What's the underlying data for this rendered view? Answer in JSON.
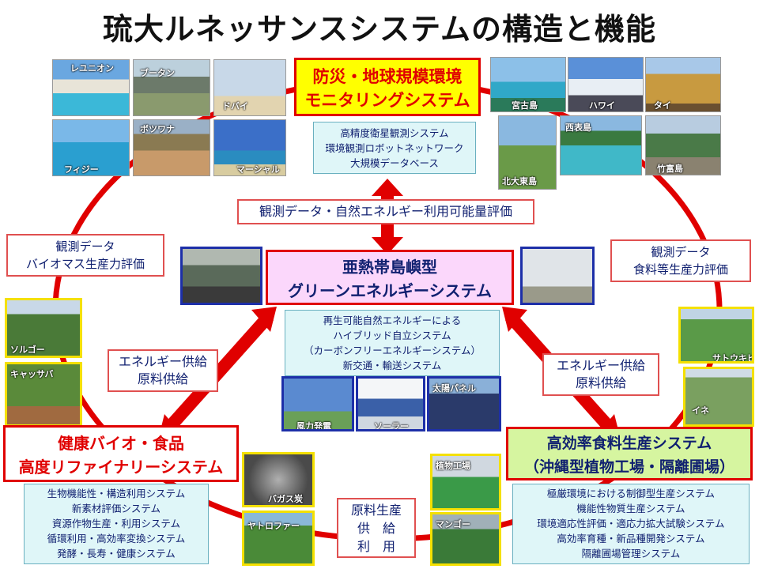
{
  "title": "琉大ルネッサンスシステムの構造と機能",
  "top_system": {
    "line1": "防災・地球規模環境",
    "line2": "モニタリングシステム",
    "details": [
      "高精度衛星観測システム",
      "環境観測ロボットネットワーク",
      "大規模データベース"
    ]
  },
  "center_system": {
    "line1": "亜熱帯島嶼型",
    "line2": "グリーンエネルギーシステム",
    "details": [
      "再生可能自然エネルギーによる",
      "ハイブリッド自立システム",
      "（カーボンフリーエネルギーシステム）",
      "新交通・輸送システム"
    ]
  },
  "left_system": {
    "line1": "健康バイオ・食品",
    "line2": "高度リファイナリーシステム",
    "details": [
      "生物機能性・構造利用システム",
      "新素材評価システム",
      "資源作物生産・利用システム",
      "循環利用・高効率変換システム",
      "発酵・長寿・健康システム"
    ]
  },
  "right_system": {
    "line1": "高効率食料生産システム",
    "line2": "（沖縄型植物工場・隔離圃場）",
    "details": [
      "極厳環境における制御型生産システム",
      "機能性物質生産システム",
      "環境適応性評価・適応力拡大試験システム",
      "高効率育種・新品種開発システム",
      "隔離圃場管理システム"
    ]
  },
  "flow_labels": {
    "top_center": "観測データ・自然エネルギー利用可能量評価",
    "top_left": [
      "観測データ",
      "バイオマス生産力評価"
    ],
    "top_right": [
      "観測データ",
      "食料等生産力評価"
    ],
    "mid_left": [
      "エネルギー供給",
      "原料供給"
    ],
    "mid_right": [
      "エネルギー供給",
      "原料供給"
    ],
    "bottom": [
      "原料生産",
      "供　給",
      "利　用"
    ]
  },
  "photo_captions": {
    "reunion": "レユニオン",
    "bhutan": "ブータン",
    "dubai": "ドバイ",
    "fiji": "フィジー",
    "botswana": "ボツワナ",
    "marshall": "マーシャル",
    "miyako": "宮古島",
    "hawaii": "ハワイ",
    "thai": "タイ",
    "kitadaito": "北大東島",
    "iriomote": "西表島",
    "taketomi": "竹富島",
    "sorghum": "ソルゴー",
    "cassava": "キャッサバ",
    "sugarcane": "サトウキビ",
    "rice": "イネ",
    "bagasse": "バガス炭",
    "jatropha": "ヤトロファー",
    "plant_factory": "植物工場",
    "mango": "マンゴー",
    "wind": "風力発電",
    "solar_unit": "ソーラー",
    "solar_panel": "太陽パネル"
  },
  "colors": {
    "arrow_red": "#e00000",
    "title_box_bg": "#ffff00",
    "center_box_bg": "#fbd7fb",
    "left_box_bg": "#ffffff",
    "right_box_bg": "#d6f5a0",
    "text_blue": "#102070",
    "detail_bg": "#dff6f8"
  }
}
